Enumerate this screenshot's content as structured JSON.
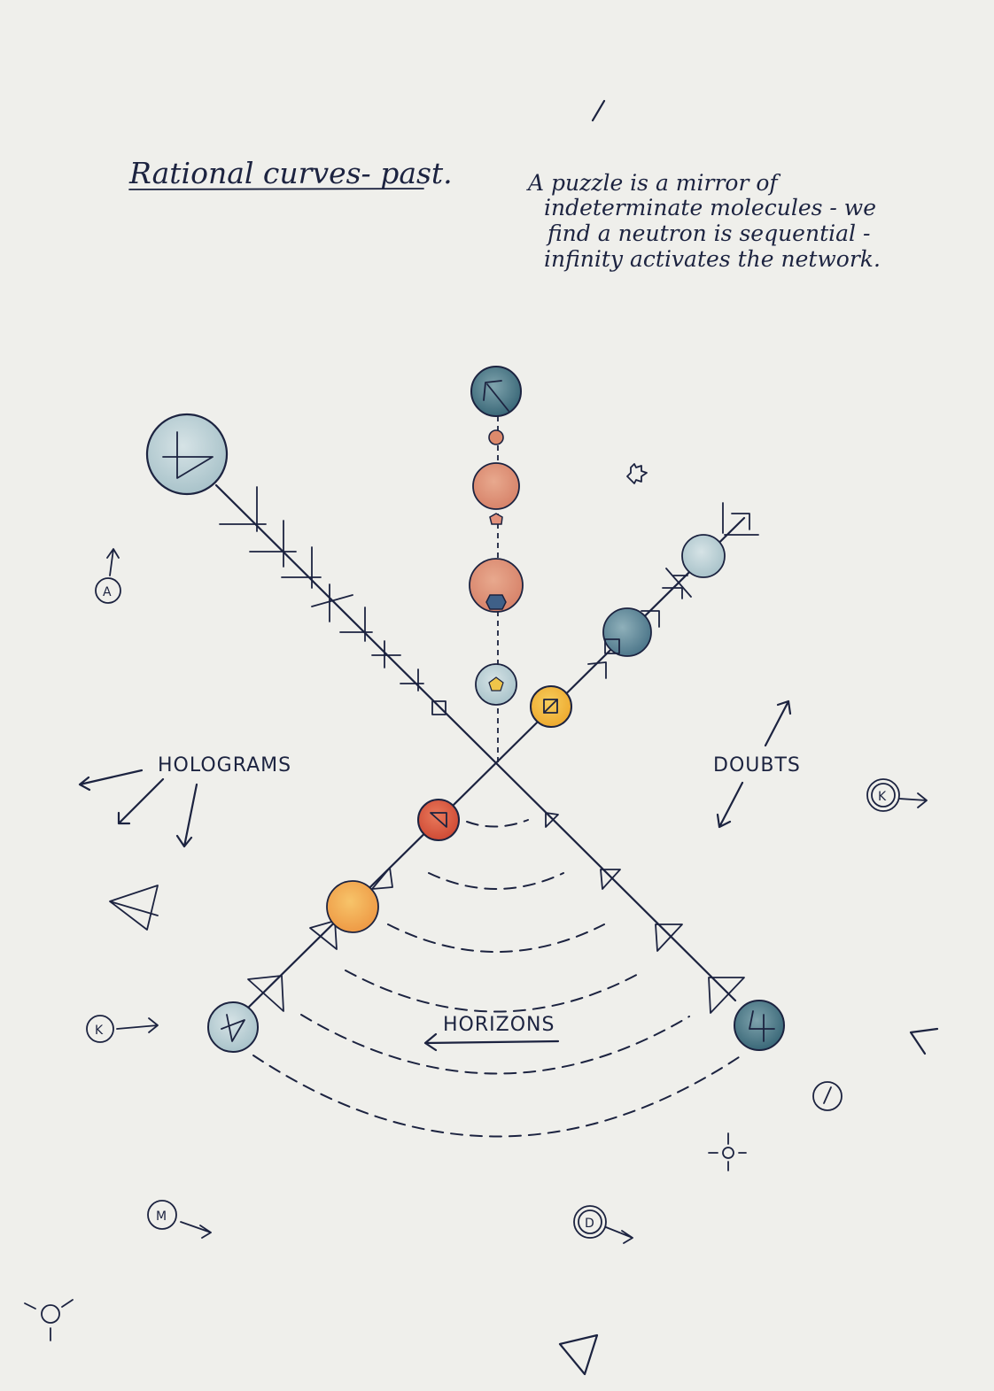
{
  "title": "Rational curves- past.",
  "note_lines": [
    "A puzzle is a mirror of",
    "indeterminate molecules - we",
    "find a neutron is sequential -",
    "infinity activates the network."
  ],
  "labels": {
    "holograms": "HOLOGRAMS",
    "doubts": "DOUBTS",
    "horizons": "HORIZONS"
  },
  "circled_letters": {
    "a": "A",
    "k_right": "K",
    "k_left": "K",
    "m": "M",
    "d": "D"
  },
  "colors": {
    "background": "#efefeb",
    "ink": "#1c2340",
    "teal_dark": "#3f6d7c",
    "teal_light": "#b9cfd5",
    "salmon": "#dd8a6c",
    "red": "#d9553a",
    "amber": "#f0b23a",
    "orange": "#f2a94d"
  }
}
